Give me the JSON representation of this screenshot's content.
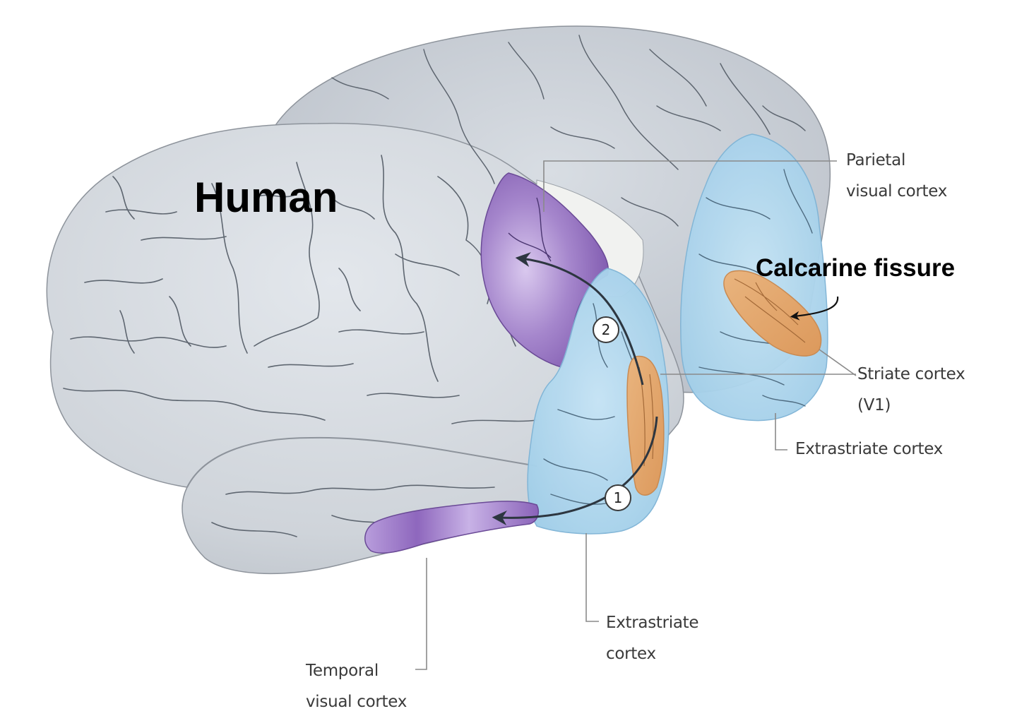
{
  "diagram": {
    "title": "Human",
    "labels": {
      "parietal": "Parietal\nvisual cortex",
      "calcarine": "Calcarine fissure",
      "striate": "Striate cortex\n(V1)",
      "extrastriate_right": "Extrastriate cortex",
      "extrastriate_bottom": "Extrastriate\ncortex",
      "temporal": "Temporal\nvisual cortex"
    },
    "markers": {
      "one": "1",
      "two": "2"
    },
    "colors": {
      "brain": "#d3d8de",
      "brain_back": "#c8cdd4",
      "sulci": "#5e6670",
      "extrastriate_blue": "#a9d4ec",
      "parietal_purple": "#8d68b8",
      "temporal_purple": "#9a78c4",
      "striate_orange": "#e3a66c",
      "leader_line": "#8a8a8a"
    },
    "icons": [
      "pathway-arrow",
      "pointer-arrow"
    ]
  }
}
